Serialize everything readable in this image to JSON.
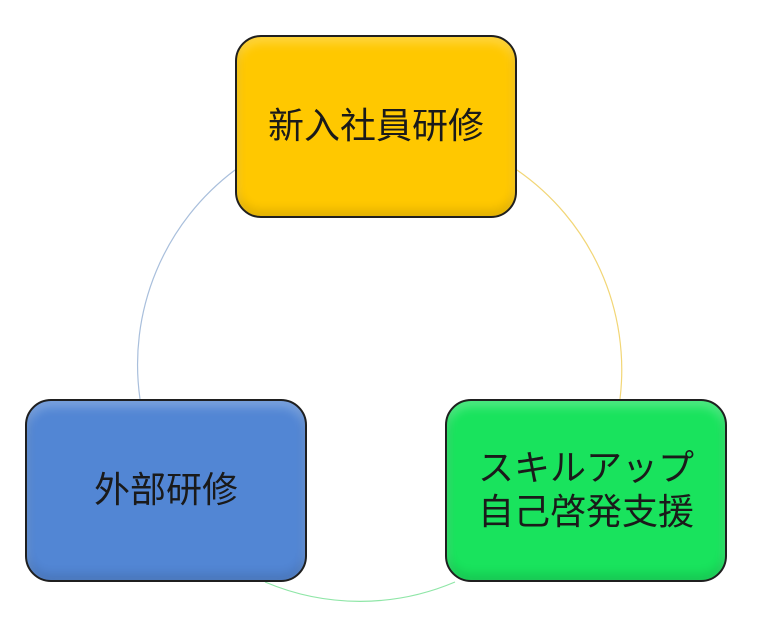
{
  "diagram": {
    "type": "cycle",
    "nodes": [
      {
        "id": "top",
        "label": "新入社員研修",
        "color": "#ffc800"
      },
      {
        "id": "right",
        "label": "スキルアップ自己啓発支援",
        "color": "#19e35d"
      },
      {
        "id": "left",
        "label": "外部研修",
        "color": "#5286d4"
      }
    ],
    "connectors": [
      {
        "from": "top",
        "to": "right",
        "color": "#f2d676"
      },
      {
        "from": "right",
        "to": "left",
        "color": "#8fe6a7"
      },
      {
        "from": "left",
        "to": "top",
        "color": "#a9bfdc"
      }
    ]
  }
}
